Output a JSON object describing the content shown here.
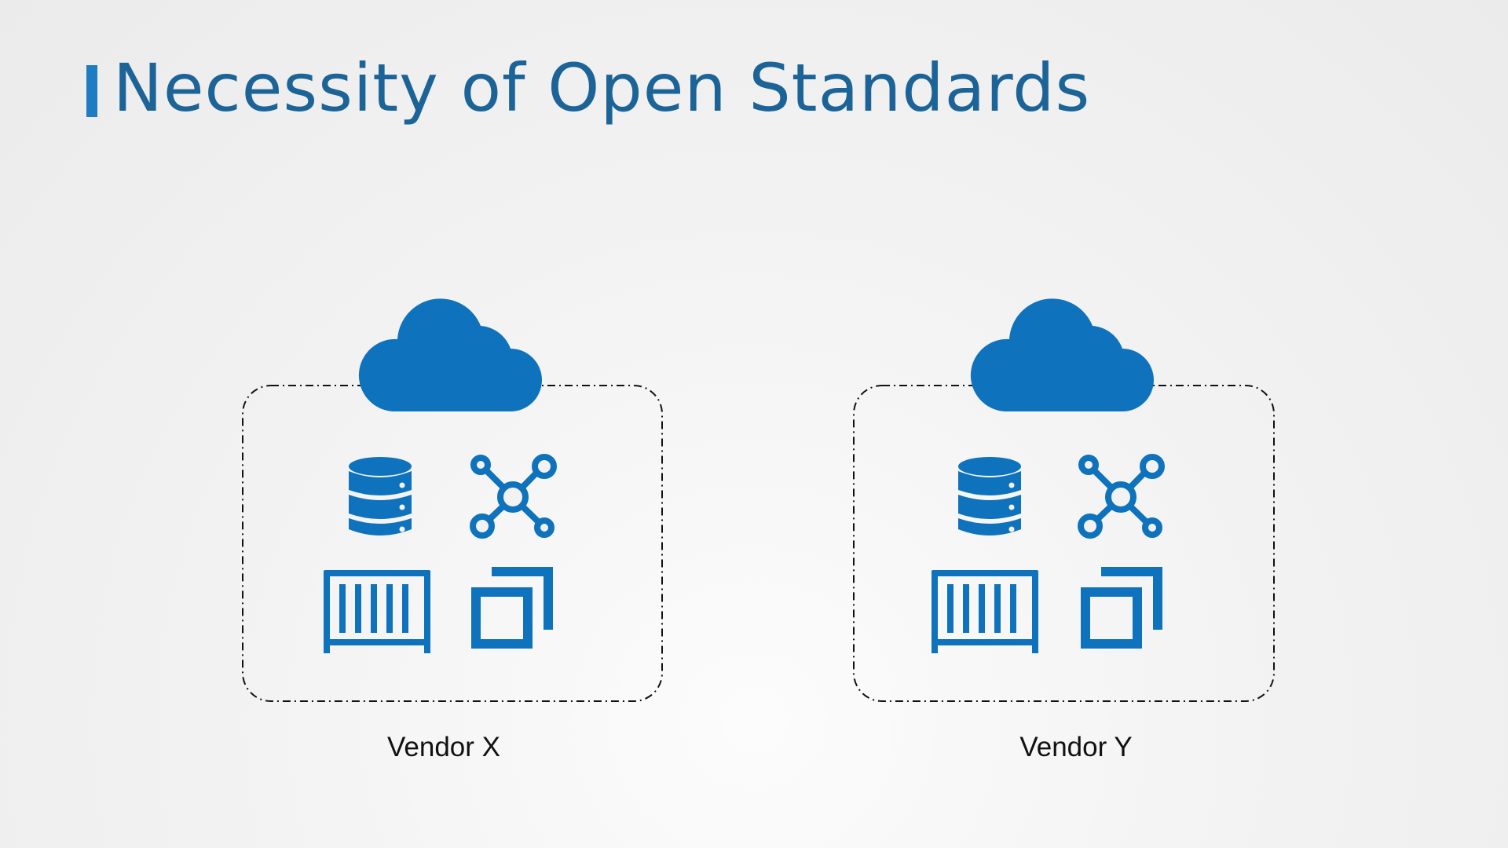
{
  "slide": {
    "title": "Necessity of Open Standards",
    "accent_color": "#1e7cc2",
    "title_color": "#1c6497",
    "icon_color": "#0e72bd"
  },
  "vendors": [
    {
      "label": "Vendor X",
      "icons": [
        "cloud-icon",
        "database-icon",
        "network-icon",
        "container-icon",
        "copy-icon"
      ]
    },
    {
      "label": "Vendor Y",
      "icons": [
        "cloud-icon",
        "database-icon",
        "network-icon",
        "container-icon",
        "copy-icon"
      ]
    }
  ]
}
